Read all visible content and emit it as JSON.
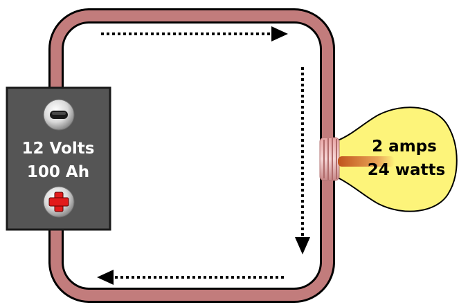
{
  "battery": {
    "voltage_label": "12 Volts",
    "capacity_label": "100 Ah",
    "negative_terminal_icon": "minus-terminal-icon",
    "positive_terminal_icon": "plus-terminal-icon"
  },
  "bulb": {
    "current_label": "2 amps",
    "power_label": "24 watts"
  },
  "circuit": {
    "flow_direction": "clockwise",
    "arrow_icons": [
      "arrow-right-icon",
      "arrow-down-icon",
      "arrow-left-icon"
    ]
  },
  "colors": {
    "wire_outer": "#000000",
    "wire_fill": "#c27c7c",
    "battery_body": "#555555",
    "battery_label_text": "#ffffff",
    "bulb_glass": "#fdf47a",
    "bulb_label_text": "#000000",
    "plus_mark": "#e21b1b"
  }
}
